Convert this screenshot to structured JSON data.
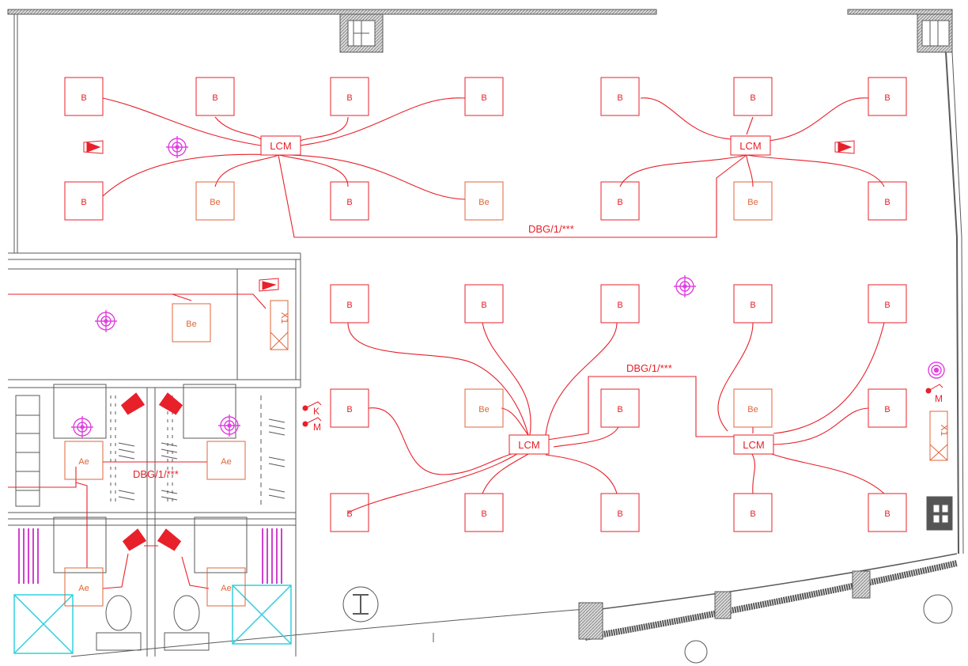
{
  "colors": {
    "wiring": "#e8202a",
    "emergency": "#e0653a",
    "architecture": "#5a5a5a",
    "sensor": "#e040e0",
    "cyan_fixture": "#30d0e0",
    "radiator": "#d040d0"
  },
  "labels": {
    "b": "B",
    "be": "Be",
    "ae": "Ae",
    "lcm": "LCM",
    "dbg": "DBG/1/***",
    "switch_k": "K",
    "switch_m": "M",
    "exit_sign": "X1"
  },
  "icons": [
    "presence-sensor-icon",
    "speaker-icon",
    "switch-icon",
    "exit-sign-icon",
    "column-icon",
    "wc-icon"
  ]
}
